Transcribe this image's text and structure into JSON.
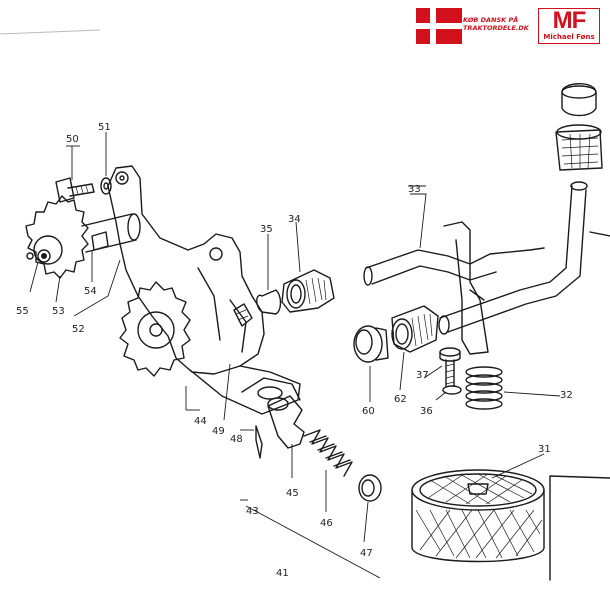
{
  "brand": {
    "tagline_line1": "KØB DANSK PÅ",
    "tagline_line2": "TRAKTORDELE.DK",
    "logo_big": "MF",
    "logo_small": "Michael Føns"
  },
  "diagram": {
    "part_labels": {
      "p50": "50",
      "p51": "51",
      "p55": "55",
      "p53": "53",
      "p54": "54",
      "p52": "52",
      "p35": "35",
      "p34": "34",
      "p33": "33",
      "p44": "44",
      "p49": "49",
      "p48": "48",
      "p45": "45",
      "p46": "46",
      "p47": "47",
      "p43": "43",
      "p60": "60",
      "p62": "62",
      "p37": "37",
      "p36": "36",
      "p32": "32",
      "p31": "31",
      "p41": "41"
    }
  },
  "colors": {
    "brand_red": "#d1111d",
    "ink": "#1b1b1b",
    "paper": "#ffffff"
  }
}
